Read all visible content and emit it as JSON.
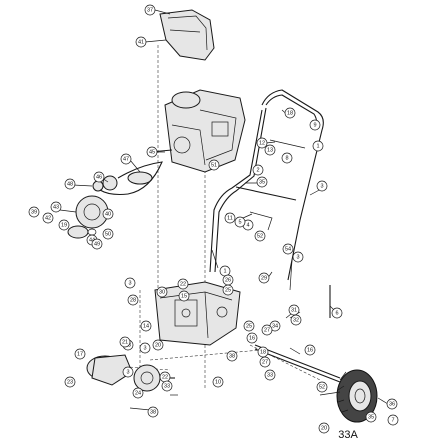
{
  "figure_label": "33A",
  "callouts": [
    "37",
    "41",
    "47",
    "45",
    "46",
    "48",
    "43",
    "42",
    "39",
    "40",
    "19",
    "44",
    "50",
    "49",
    "18",
    "12",
    "8",
    "9",
    "1",
    "13",
    "2",
    "3",
    "35",
    "51",
    "11",
    "4",
    "52",
    "5",
    "54",
    "3",
    "1",
    "26",
    "25",
    "29",
    "22",
    "15",
    "30",
    "3",
    "28",
    "14",
    "23",
    "31",
    "32",
    "6",
    "34",
    "27",
    "25",
    "20",
    "3",
    "16",
    "17",
    "23",
    "21",
    "22",
    "33",
    "3",
    "38",
    "10",
    "24",
    "18",
    "16",
    "52",
    "27",
    "33",
    "35",
    "36",
    "7",
    "20",
    "38"
  ]
}
